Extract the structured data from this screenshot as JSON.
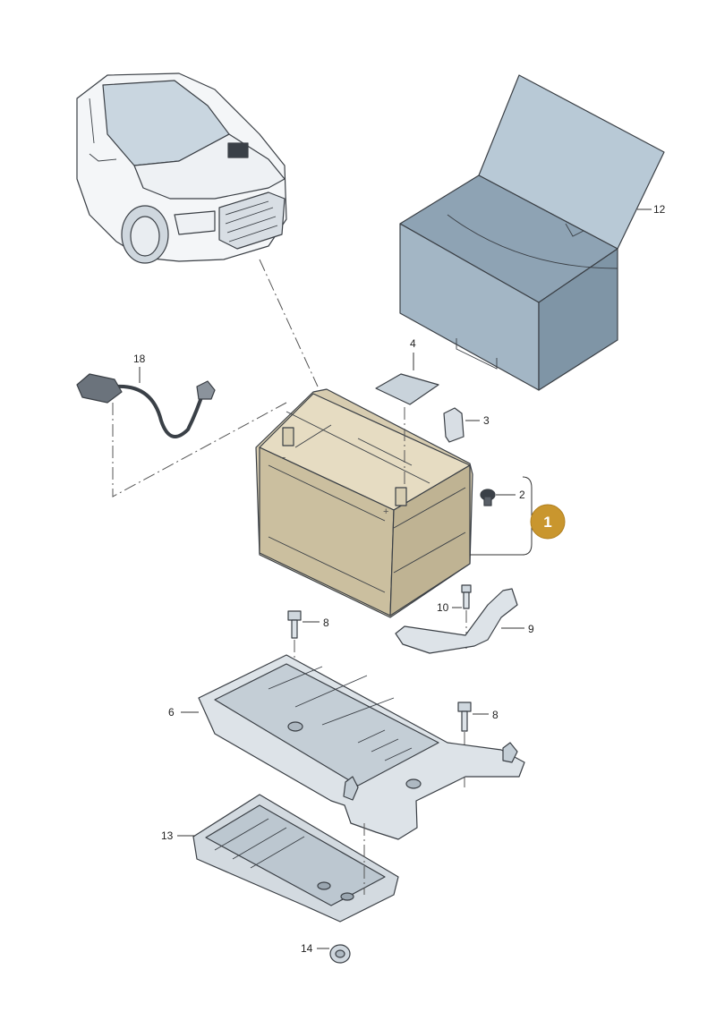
{
  "callouts": {
    "c1": "1",
    "c2": "2",
    "c3": "3",
    "c4": "4",
    "c6": "6",
    "c8a": "8",
    "c8b": "8",
    "c9": "9",
    "c10": "10",
    "c12": "12",
    "c13": "13",
    "c14": "14",
    "c18": "18"
  },
  "colors": {
    "highlight_badge": "#c9962e",
    "battery_body": "#d3c6a6",
    "battery_outline": "#c9962e",
    "box": "#a9bdcc",
    "part_fill": "#dde3e8"
  }
}
